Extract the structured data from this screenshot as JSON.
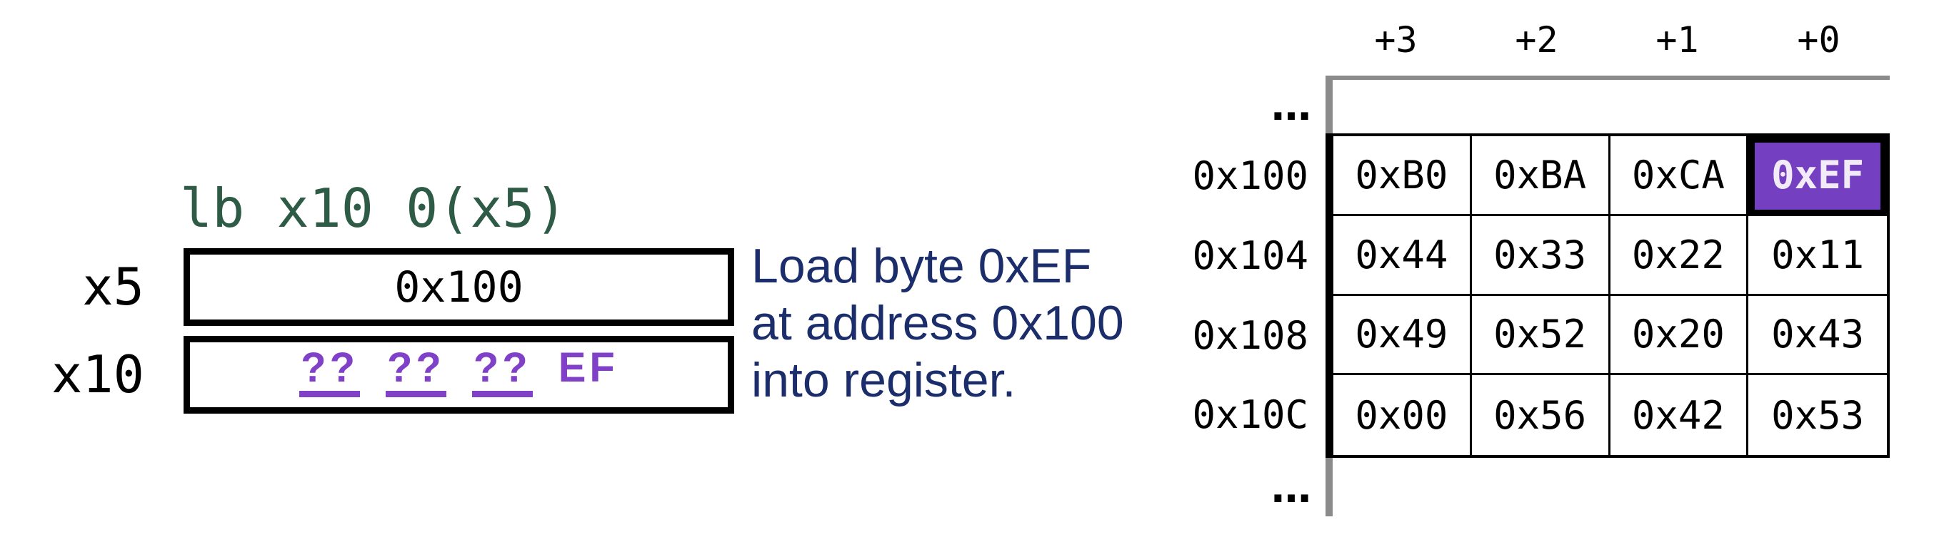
{
  "instruction": {
    "code": "lb x10 0(x5)"
  },
  "registers": {
    "x5": {
      "label": "x5",
      "value": "0x100"
    },
    "x10": {
      "label": "x10",
      "q1": "??",
      "q2": "??",
      "q3": "??",
      "byte": "EF"
    }
  },
  "caption": {
    "line1": "Load byte 0xEF",
    "line2": "at address 0x100",
    "line3": "into register."
  },
  "memory": {
    "col_headers": [
      "+3",
      "+2",
      "+1",
      "+0"
    ],
    "ellipsis_top": "…",
    "ellipsis_bottom": "…",
    "rows": [
      {
        "address": "0x100",
        "bytes": [
          "0xB0",
          "0xBA",
          "0xCA",
          "0xEF"
        ]
      },
      {
        "address": "0x104",
        "bytes": [
          "0x44",
          "0x33",
          "0x22",
          "0x11"
        ]
      },
      {
        "address": "0x108",
        "bytes": [
          "0x49",
          "0x52",
          "0x20",
          "0x43"
        ]
      },
      {
        "address": "0x10C",
        "bytes": [
          "0x00",
          "0x56",
          "0x42",
          "0x53"
        ]
      }
    ],
    "highlighted_cell": {
      "row": "0x100",
      "column": "+0",
      "value": "0xEF"
    }
  },
  "colors": {
    "code_green": "#2d5b45",
    "caption_navy": "#1b2d6b",
    "unknown_purple": "#8040c8",
    "highlight_bg_purple": "#7440c1",
    "highlight_text": "#f1ecf7",
    "gray_line": "#8b8b8b"
  }
}
